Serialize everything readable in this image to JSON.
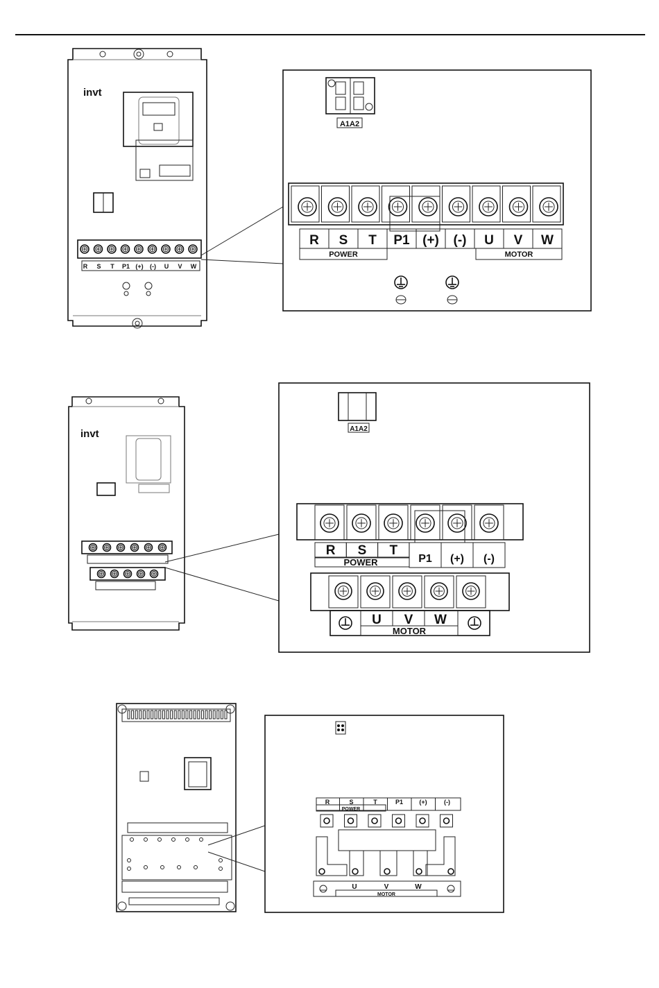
{
  "brand": "invt",
  "figure1": {
    "jumper_label": "A1A2",
    "terminals_top": [
      "R",
      "S",
      "T",
      "P1",
      "(+)",
      "(-)",
      "U",
      "V",
      "W"
    ],
    "group_power": "POWER",
    "group_motor": "MOTOR"
  },
  "figure2": {
    "jumper_label": "A1A2",
    "row1": [
      "R",
      "S",
      "T",
      "P1",
      "(+)",
      "(-)"
    ],
    "group_power": "POWER",
    "row2": [
      "U",
      "V",
      "W"
    ],
    "group_motor": "MOTOR"
  },
  "figure3": {
    "row1": [
      "R",
      "S",
      "T",
      "P1",
      "(+)",
      "(-)"
    ],
    "group_power": "POWER",
    "row2": [
      "U",
      "V",
      "W"
    ],
    "group_motor": "MOTOR"
  }
}
